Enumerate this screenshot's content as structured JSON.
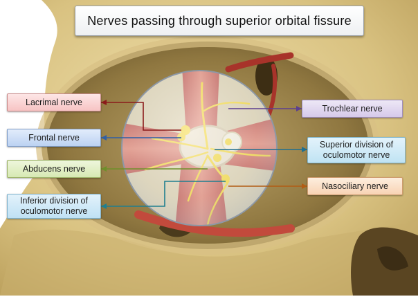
{
  "title": "Nerves passing through superior orbital fissure",
  "labels": {
    "lacrimal": "Lacrimal nerve",
    "frontal": "Frontal nerve",
    "abducens": "Abducens nerve",
    "inferior_line1": "Inferior division of",
    "inferior_line2": "oculomotor nerve",
    "trochlear": "Trochlear nerve",
    "superior_line1": "Superior division of",
    "superior_line2": "oculomotor nerve",
    "nasociliary": "Nasociliary nerve"
  },
  "colors": {
    "lacrimal": "#8b1a1a",
    "frontal": "#2f5fa6",
    "abducens": "#6e8f2a",
    "inferior": "#1f7f8f",
    "trochlear": "#5c3f8f",
    "superior": "#1f6f8f",
    "nasociliary": "#b25c14",
    "nerve": "#f4d21c",
    "muscle": "#c9483a",
    "bone": "#e4d19a"
  }
}
